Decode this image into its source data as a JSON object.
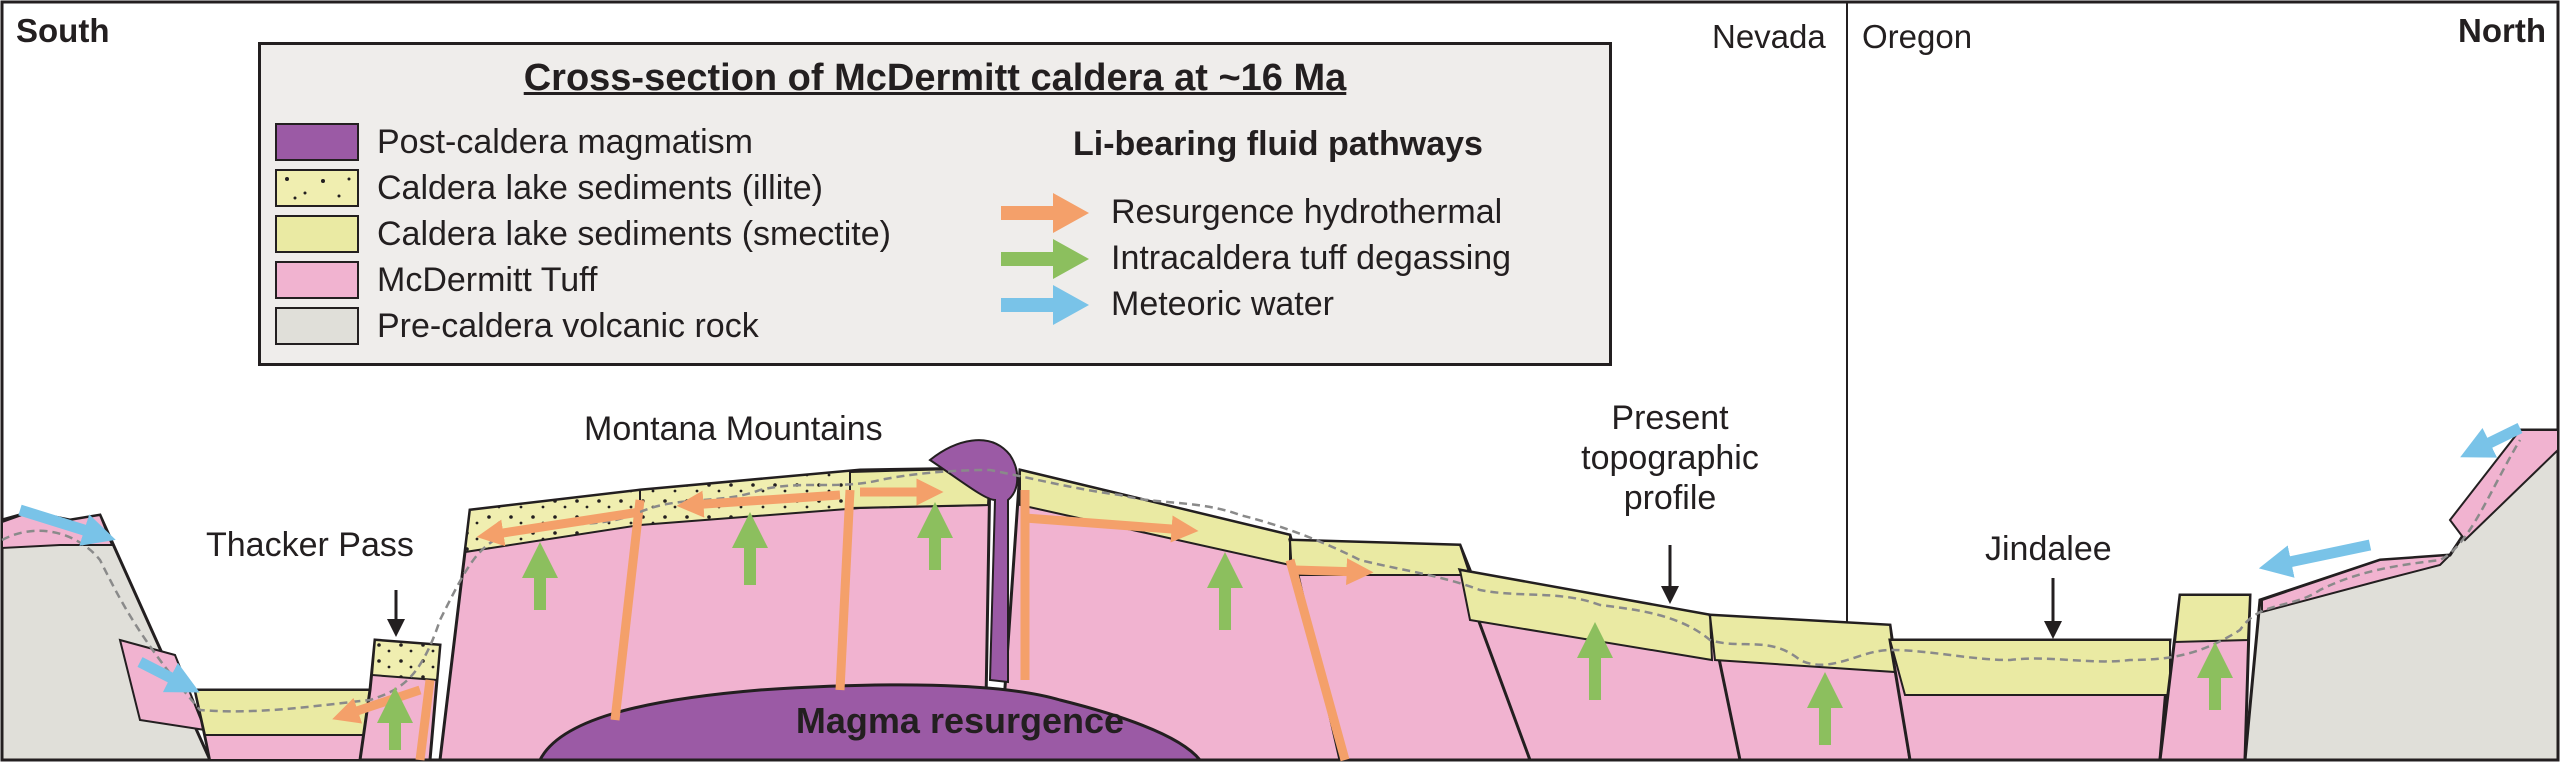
{
  "directions": {
    "south": "South",
    "north": "North"
  },
  "states": {
    "left": "Nevada",
    "right": "Oregon"
  },
  "legend": {
    "title": "Cross-section of McDermitt caldera at ~16 Ma",
    "units": [
      {
        "label": "Post-caldera magmatism",
        "color": "#9b5aa5",
        "pattern": "solid"
      },
      {
        "label": "Caldera lake sediments (illite)",
        "color": "#f0eeb0",
        "pattern": "dots"
      },
      {
        "label": "Caldera lake sediments (smectite)",
        "color": "#eaeaa3",
        "pattern": "solid"
      },
      {
        "label": "McDermitt Tuff",
        "color": "#f1b3d0",
        "pattern": "solid"
      },
      {
        "label": "Pre-caldera volcanic rock",
        "color": "#e0dfd9",
        "pattern": "solid"
      }
    ],
    "fluid_title": "Li-bearing fluid pathways",
    "fluids": [
      {
        "label": "Resurgence hydrothermal",
        "color": "#f4a06a"
      },
      {
        "label": "Intracaldera tuff degassing",
        "color": "#8cbf5e"
      },
      {
        "label": "Meteoric water",
        "color": "#79c3e8"
      }
    ]
  },
  "places": {
    "montana": "Montana Mountains",
    "thacker": "Thacker Pass",
    "topo_lines": [
      "Present",
      "topographic",
      "profile"
    ],
    "jindalee": "Jindalee",
    "magma": "Magma resurgence"
  },
  "colors": {
    "magma": "#9b5aa5",
    "illite": "#f0eeb0",
    "smectite": "#eaeaa3",
    "tuff": "#f1b3d0",
    "pre_caldera": "#e0dfd9",
    "hydrothermal": "#f4a06a",
    "degassing": "#8cbf5e",
    "meteoric": "#79c3e8",
    "outline": "#231f20",
    "topo": "#8a8a8a"
  }
}
